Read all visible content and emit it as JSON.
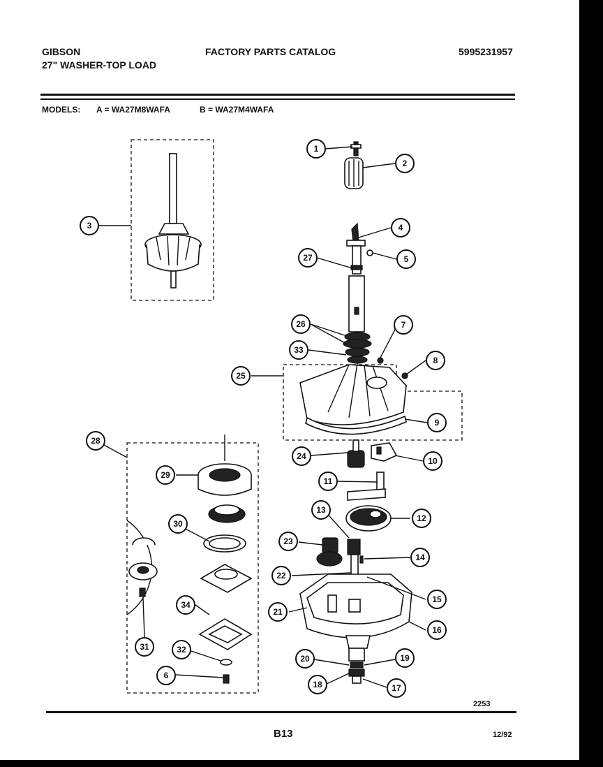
{
  "header": {
    "brand": "GIBSON",
    "product": "27\" WASHER-TOP LOAD",
    "catalog_title": "FACTORY PARTS CATALOG",
    "catalog_number": "5995231957",
    "models_label": "MODELS:",
    "model_a": "A = WA27M8WAFA",
    "model_b": "B = WA27M4WAFA"
  },
  "diagram": {
    "callouts": [
      "1",
      "2",
      "3",
      "4",
      "5",
      "27",
      "26",
      "7",
      "33",
      "8",
      "25",
      "9",
      "28",
      "24",
      "10",
      "29",
      "11",
      "30",
      "13",
      "12",
      "23",
      "14",
      "22",
      "15",
      "34",
      "21",
      "16",
      "31",
      "32",
      "20",
      "19",
      "6",
      "18",
      "17"
    ],
    "figure_number": "2253"
  },
  "footer": {
    "page_code": "B13",
    "date": "12/92"
  }
}
